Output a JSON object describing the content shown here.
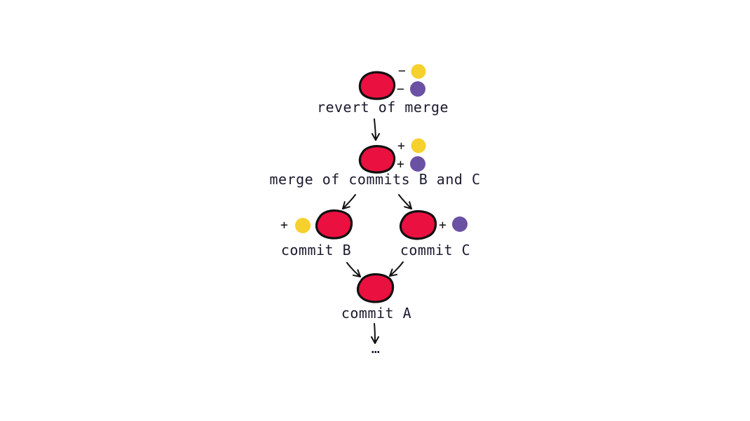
{
  "colors": {
    "commit": "#EA1040",
    "change_yellow": "#F6D02C",
    "change_purple": "#6B51A3",
    "ink": "#111111"
  },
  "nodes": {
    "revert": {
      "label": "revert of merge",
      "signs": [
        "−",
        "−"
      ]
    },
    "merge": {
      "label": "merge of commits B and C",
      "signs": [
        "+",
        "+"
      ]
    },
    "commit_b": {
      "label": "commit B",
      "sign": "+"
    },
    "commit_c": {
      "label": "commit C",
      "sign": "+"
    },
    "commit_a": {
      "label": "commit A"
    }
  },
  "continuation": "…"
}
